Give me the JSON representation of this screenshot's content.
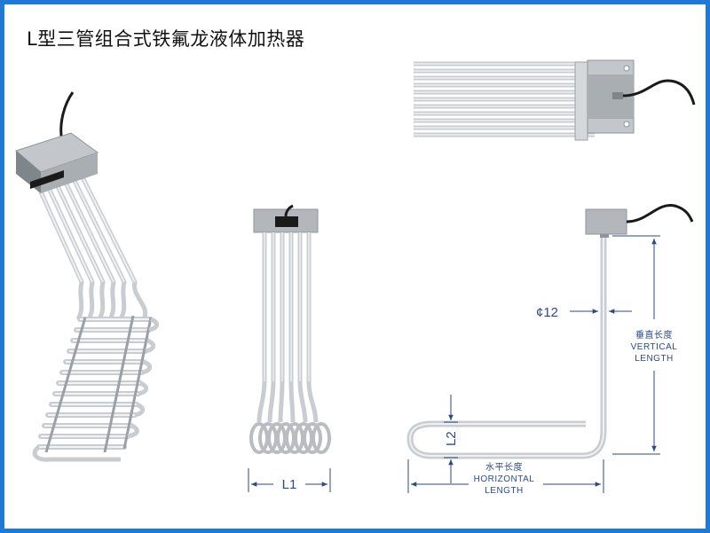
{
  "title": "L型三管组合式铁氟龙液体加热器",
  "labels": {
    "l1": "L1",
    "l2": "L2",
    "diameter": "¢12",
    "vertical_cn": "垂直长度",
    "vertical_en_1": "VERTICAL",
    "vertical_en_2": "LENGTH",
    "horizontal_cn": "水平长度",
    "horizontal_en_1": "HORIZONTAL",
    "horizontal_en_2": "LENGTH"
  },
  "colors": {
    "frame": "#1f79d6",
    "dimension": "#2b4a8a",
    "tube": "#d9dcdf",
    "tube_edge": "#9aa0a6",
    "box": "#a9aeb3",
    "cable": "#1a1a1a"
  }
}
